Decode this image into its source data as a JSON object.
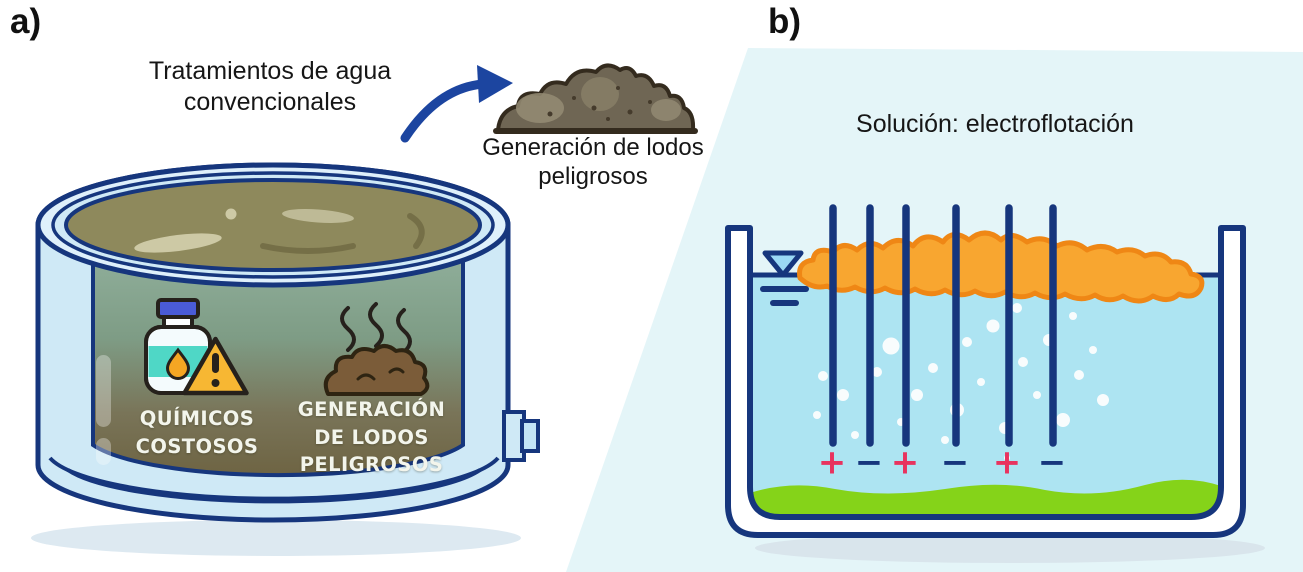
{
  "panel_a": {
    "label": "a)",
    "title": "Tratamientos de agua convencionales",
    "sludge_caption": "Generación de lodos peligrosos",
    "tank_labels": {
      "chemicals": "QUÍMICOS COSTOSOS",
      "sludge": "GENERACIÓN DE LODOS PELIGROSOS"
    },
    "icons": {
      "arrow": "curved-arrow",
      "bottle": "chemical-bottle",
      "warning": "warning-triangle",
      "sludge_in_tank": "sludge-pile-with-stink-lines",
      "sludge_outside": "hazardous-sludge-mound"
    }
  },
  "panel_b": {
    "label": "b)",
    "title": "Solución: electroflotación",
    "electrode_count": 6,
    "electrode_signs": [
      {
        "symbol": "+",
        "color": "#e8335f"
      },
      {
        "symbol": "−",
        "color": "#16367d"
      },
      {
        "symbol": "+",
        "color": "#e8335f"
      },
      {
        "symbol": "−",
        "color": "#16367d"
      },
      {
        "symbol": "+",
        "color": "#e8335f"
      },
      {
        "symbol": "−",
        "color": "#16367d"
      }
    ],
    "icons": {
      "water_level": "water-level-marker",
      "foam": "flotation-foam",
      "bubbles": "gas-bubbles",
      "sediment": "settled-green-sludge"
    }
  },
  "colors": {
    "outline_navy": "#16367d",
    "panel_b_background": "#e4f5f8",
    "clean_water": "#b5e7f2",
    "foam_orange": "#f8a630",
    "foam_outline": "#ef8715",
    "sediment_green": "#85d319",
    "plus_sign_red": "#e8335f",
    "tank_glass_blue": "#d8edfa",
    "murky_water_surface": "#8e895c"
  }
}
